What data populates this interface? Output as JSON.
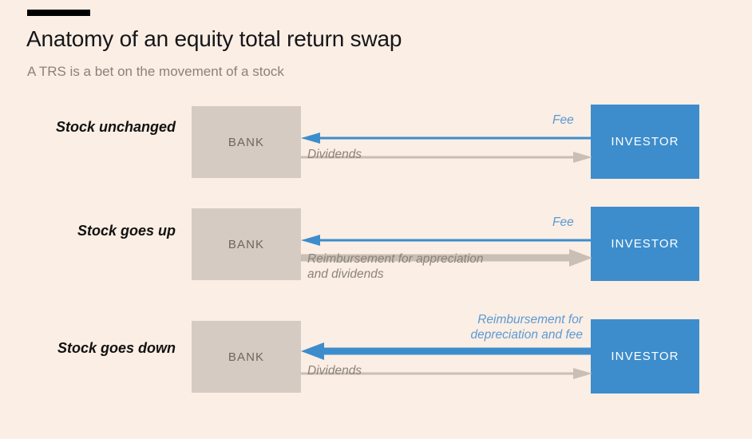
{
  "header": {
    "title": "Anatomy of an equity total return swap",
    "subtitle": "A TRS is a bet on the movement of a stock"
  },
  "colors": {
    "background": "#fbeee4",
    "bank_box": "#d5cbc3",
    "investor_box": "#3d8dcc",
    "blue_arrow": "#3d8dcc",
    "blue_text": "#5b9ad5",
    "gray_arrow": "#cabfb5",
    "gray_text": "#8b837b",
    "rule": "#000000"
  },
  "entities": {
    "bank_label": "BANK",
    "investor_label": "INVESTOR"
  },
  "rows": [
    {
      "scenario": "Stock\nunchanged",
      "blue_flow": {
        "label": "Fee",
        "direction": "investor-to-bank",
        "thickness": "thin"
      },
      "gray_flow": {
        "label": "Dividends",
        "direction": "bank-to-investor",
        "thickness": "thin"
      }
    },
    {
      "scenario": "Stock\ngoes up",
      "blue_flow": {
        "label": "Fee",
        "direction": "investor-to-bank",
        "thickness": "thin"
      },
      "gray_flow": {
        "label": "Reimbursement for appreciation\nand dividends",
        "direction": "bank-to-investor",
        "thickness": "thick"
      }
    },
    {
      "scenario": "Stock\ngoes down",
      "blue_flow": {
        "label": "Reimbursement for\ndepreciation and fee",
        "direction": "investor-to-bank",
        "thickness": "thick"
      },
      "gray_flow": {
        "label": "Dividends",
        "direction": "bank-to-investor",
        "thickness": "thin"
      }
    }
  ]
}
